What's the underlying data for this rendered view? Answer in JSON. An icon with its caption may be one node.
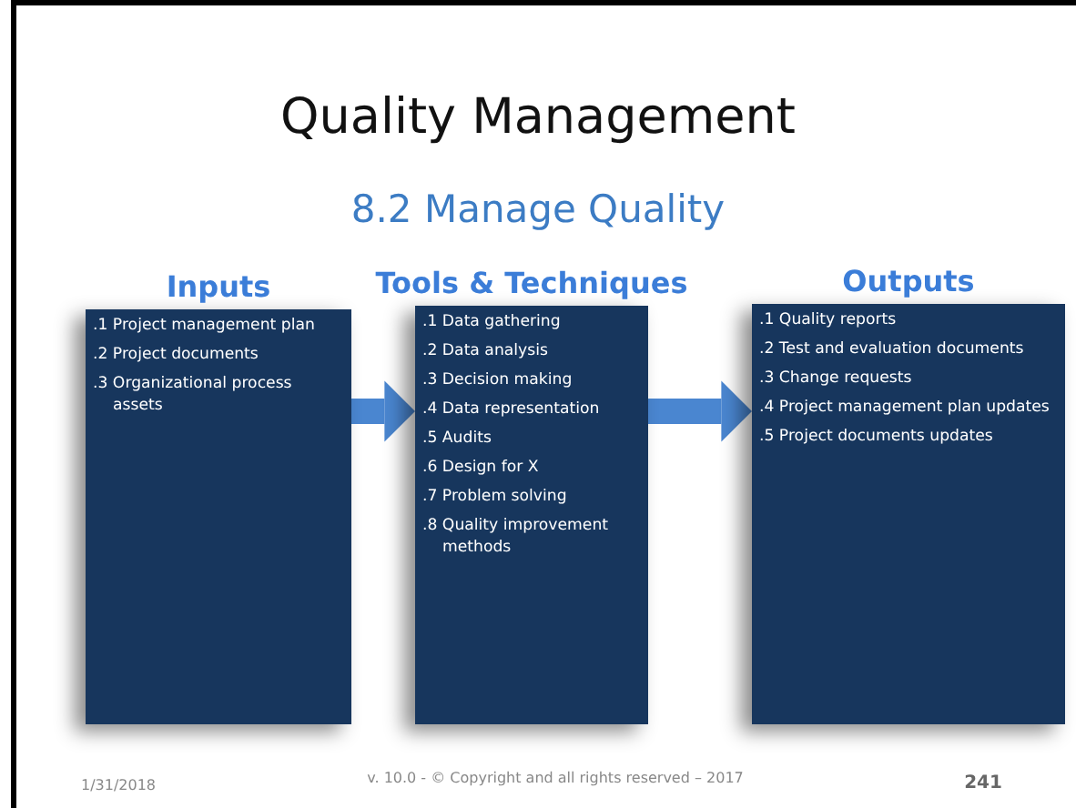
{
  "diagram": {
    "title": "Quality Management",
    "nodes": [
      {
        "text": [
          "Inputs",
          ".1 Project management plan",
          ".2 Project documents",
          ".3 Organizational process assets"
        ]
      },
      {
        "text": [
          "Tools & Techniques",
          ".1 Data gathering",
          ".2 Data analysis",
          ".3 Decision making",
          ".4 Data representation",
          ".5 Audits",
          ".6 Design for X",
          ".7 Problem solving",
          ".8 Quality improvement methods"
        ]
      },
      {
        "text": [
          "Outputs",
          ".1 Quality reports",
          ".2 Test and evaluation documents",
          ".3 Change requests",
          ".4 Project management plan updates",
          ".5 Project documents updates"
        ]
      }
    ],
    "edges": [
      {
        "from": 0,
        "to": 1,
        "arrow": "to"
      },
      {
        "from": 1,
        "to": 2,
        "arrow": "to"
      }
    ],
    "labels": [
      "8.2 Manage Quality",
      "1/31/2018",
      "v. 10.0 - © Copyright and all rights reserved – 2017",
      "241"
    ]
  }
}
